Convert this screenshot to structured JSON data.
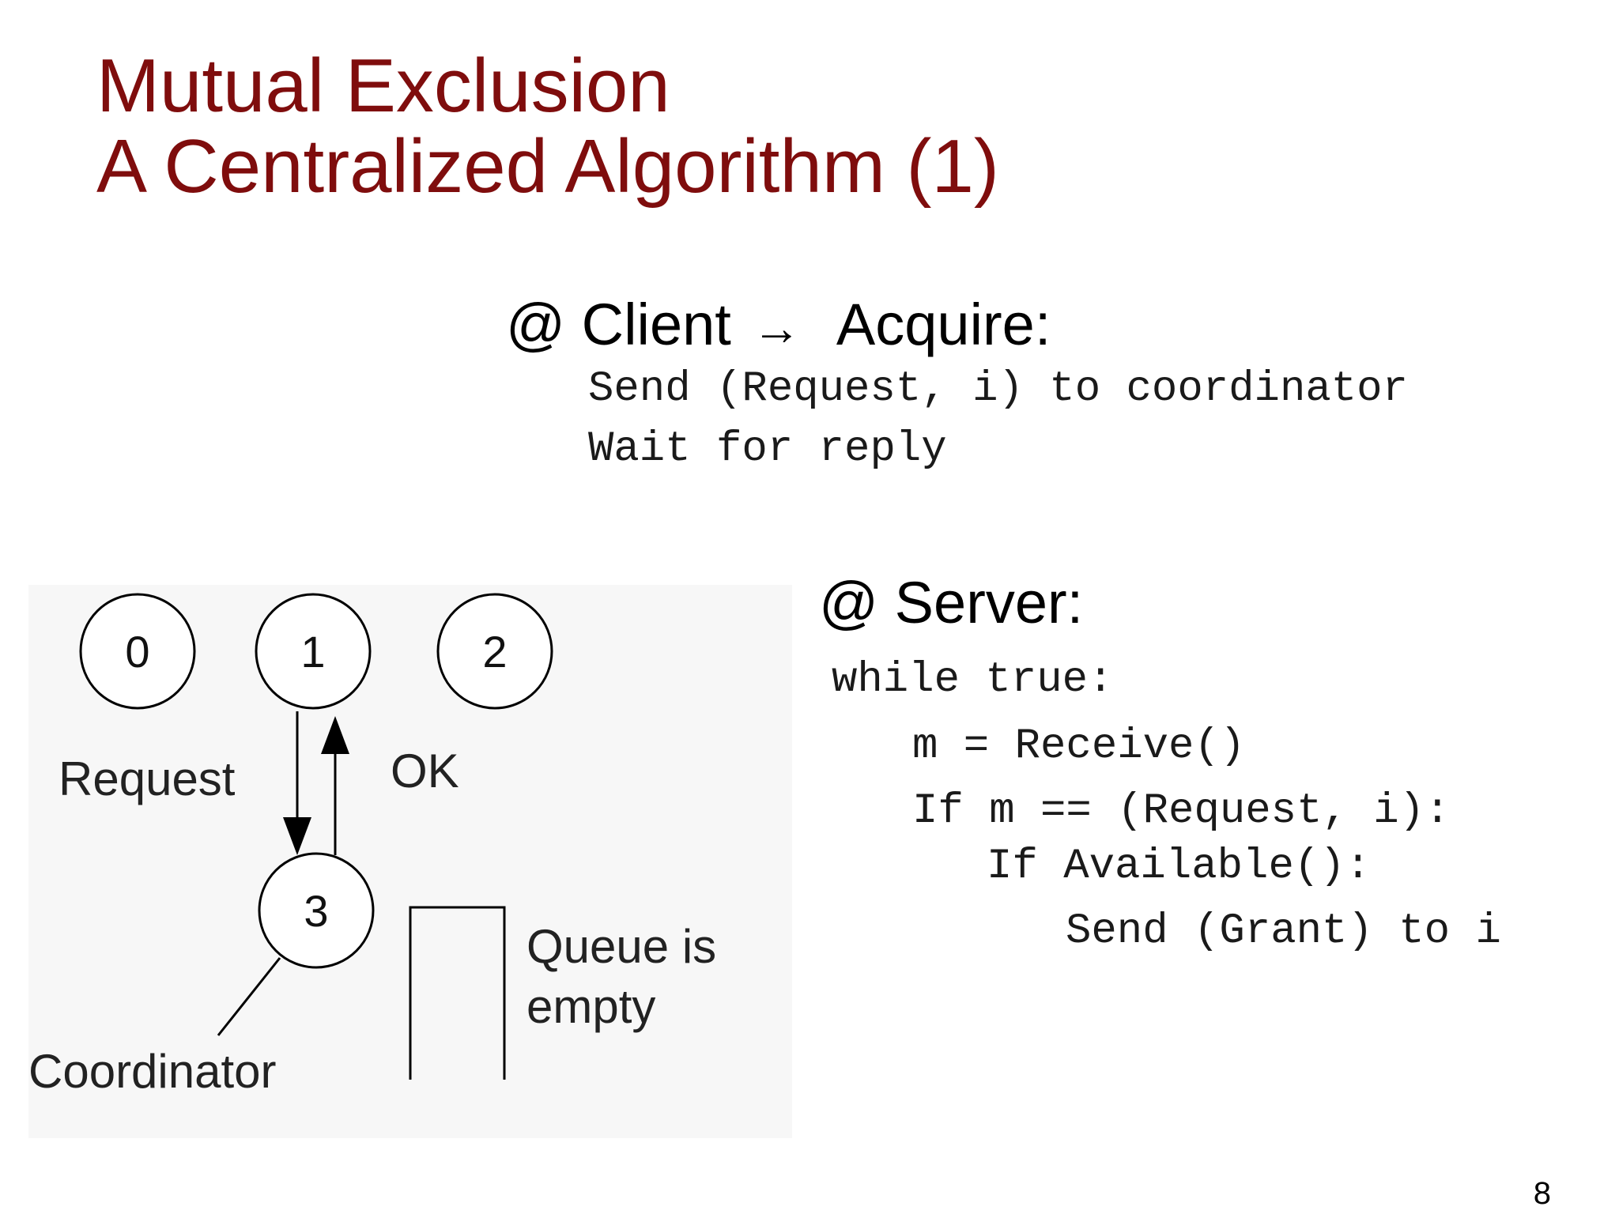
{
  "slide": {
    "title_line1": "Mutual Exclusion",
    "title_line2": "A Centralized Algorithm (1)",
    "page_number": "8"
  },
  "client": {
    "heading_prefix": "@ Client",
    "arrow": "→",
    "heading_suffix": "Acquire:",
    "lines": [
      "Send (Request, i) to coordinator",
      "Wait for reply"
    ]
  },
  "server": {
    "heading": "@ Server:",
    "lines": [
      "while true:",
      "m = Receive()",
      "If m == (Request, i):",
      "If Available():",
      "Send (Grant) to i"
    ]
  },
  "diagram": {
    "nodes": [
      "0",
      "1",
      "2",
      "3"
    ],
    "request_label": "Request",
    "ok_label": "OK",
    "coordinator_label": "Coordinator",
    "queue_label_line1": "Queue is",
    "queue_label_line2": "empty"
  },
  "colors": {
    "title": "#7f0d0d",
    "text": "#000000",
    "diagram_bg": "#f7f7f7"
  }
}
